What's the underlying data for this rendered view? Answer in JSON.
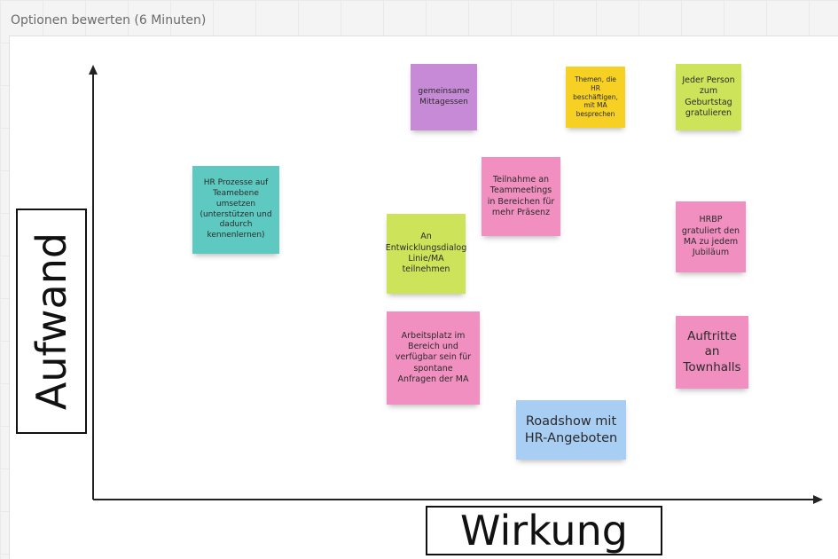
{
  "frame": {
    "title": "Optionen bewerten (6 Minuten)"
  },
  "axes": {
    "y_label": "Aufwand",
    "x_label": "Wirkung"
  },
  "colors": {
    "violet": "#c78ad6",
    "yellow": "#f7d024",
    "lime": "#cde45a",
    "teal": "#5ec9c1",
    "pink": "#f08fc0",
    "light_blue": "#a8cff3"
  },
  "stickies": [
    {
      "id": "gemeinsame-mittagessen",
      "text": "gemeinsame Mittagessen",
      "color": "violet"
    },
    {
      "id": "themen-hr",
      "text": "Themen, die HR beschäftigen, mit MA besprechen",
      "color": "yellow"
    },
    {
      "id": "geburtstag",
      "text": "Jeder Person zum Geburtstag gratulieren",
      "color": "lime"
    },
    {
      "id": "hr-prozesse",
      "text": "HR Prozesse auf Teamebene umsetzen (unterstützen und dadurch kennenlernen)",
      "color": "teal"
    },
    {
      "id": "teilnahme-teammeetings",
      "text": "Teilnahme an Teammeetings in Bereichen für mehr Präsenz",
      "color": "pink"
    },
    {
      "id": "hrbp-jubilaeum",
      "text": "HRBP gratuliert den MA zu jedem Jubiläum",
      "color": "pink"
    },
    {
      "id": "entwicklungsdialog",
      "text": "An Entwicklungsdialog Linie/MA teilnehmen",
      "color": "lime"
    },
    {
      "id": "arbeitsplatz",
      "text": "Arbeitsplatz im Bereich und verfügbar sein für spontane Anfragen der MA",
      "color": "pink"
    },
    {
      "id": "auftritte-townhalls",
      "text": "Auftritte an Townhalls",
      "color": "pink"
    },
    {
      "id": "roadshow",
      "text": "Roadshow mit HR-Angeboten",
      "color": "light_blue"
    }
  ]
}
